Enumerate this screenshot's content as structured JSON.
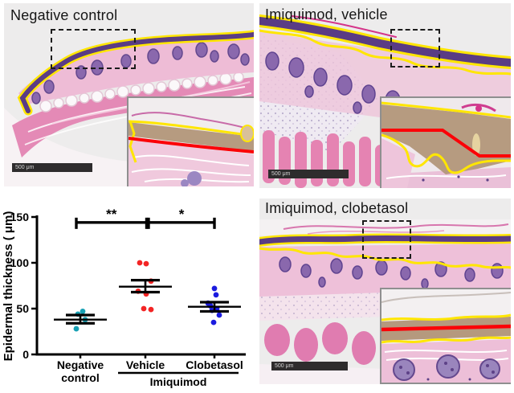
{
  "figure": {
    "panels": [
      {
        "title": "Negative control",
        "scale_bar_label": "500 μm"
      },
      {
        "title": "Imiquimod, vehicle",
        "scale_bar_label": "500 μm"
      },
      {
        "title": "Imiquimod, clobetasol",
        "scale_bar_label": "500 μm"
      }
    ],
    "annotation_colors": {
      "epidermis_outline": "#ffe600",
      "thickness_line": "#fb0007"
    }
  },
  "chart_data": {
    "type": "scatter",
    "title": "",
    "xlabel": "",
    "ylabel": "Epidermal thickness ( μm)",
    "ylim": [
      0,
      150
    ],
    "yticks": [
      0,
      50,
      100,
      150
    ],
    "grid": false,
    "groups": [
      {
        "label_lines": [
          "Negative",
          "control"
        ],
        "color": "#17a0b4",
        "points": [
          47,
          44,
          38,
          28
        ],
        "x_jitter": [
          3,
          -3,
          6,
          -5
        ],
        "mean": 38,
        "sem_low": 34,
        "sem_high": 43
      },
      {
        "label_lines": [
          "Vehicle"
        ],
        "color": "#f32424",
        "points": [
          100,
          99,
          80,
          69,
          66,
          50,
          49
        ],
        "x_jitter": [
          -7,
          1,
          7,
          -9,
          1,
          -2,
          7
        ],
        "mean": 74,
        "sem_low": 68,
        "sem_high": 81
      },
      {
        "label_lines": [
          "Clobetasol"
        ],
        "color": "#1b1bdf",
        "points": [
          72,
          65,
          56,
          53,
          50,
          48,
          43,
          35
        ],
        "x_jitter": [
          0,
          2,
          -8,
          -5,
          3,
          -3,
          6,
          -1
        ],
        "mean": 52,
        "sem_low": 47,
        "sem_high": 57
      }
    ],
    "significance": [
      {
        "from": 0,
        "to": 1,
        "label": "**"
      },
      {
        "from": 1,
        "to": 2,
        "label": "*"
      }
    ],
    "bracket_y_value": 144,
    "x_bracket": {
      "label": "Imiquimod",
      "from_group": 1,
      "to_group": 2
    }
  }
}
